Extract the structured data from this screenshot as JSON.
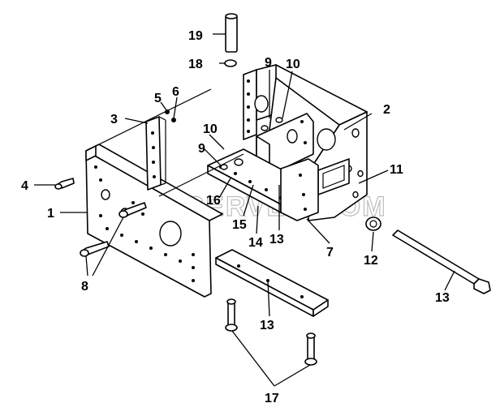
{
  "watermark": "SPECSERVER.COM",
  "callouts": {
    "c1": "1",
    "c2": "2",
    "c3": "3",
    "c4": "4",
    "c5": "5",
    "c6": "6",
    "c7": "7",
    "c8": "8",
    "c9a": "9",
    "c9b": "9",
    "c10a": "10",
    "c10b": "10",
    "c11": "11",
    "c12": "12",
    "c13a": "13",
    "c13b": "13",
    "c13c": "13",
    "c14": "14",
    "c15": "15",
    "c16": "16",
    "c17": "17",
    "c18": "18",
    "c19": "19"
  }
}
